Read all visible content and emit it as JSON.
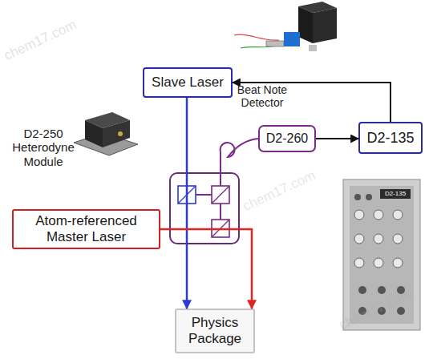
{
  "diagram": {
    "nodes": [
      {
        "text": [
          "Slave Laser"
        ]
      },
      {
        "text": [
          "D2-260"
        ]
      },
      {
        "text": [
          "D2-135"
        ]
      },
      {
        "text": [
          "Atom-referenced Master Laser"
        ]
      },
      {
        "text": [
          "Physics Package"
        ]
      }
    ],
    "edges": [
      {
        "from": 0,
        "to": 4,
        "arrow": "to"
      },
      {
        "from": 3,
        "to": 4,
        "arrow": "to"
      },
      {
        "from": 1,
        "to": 2,
        "arrow": "to"
      },
      {
        "from": 2,
        "to": 0,
        "arrow": "to"
      }
    ],
    "labels": [
      "D2-250 Heterodyne Module",
      "Beat Note Detector",
      "D2-135",
      "chem17.com",
      "chem17.com",
      "chem17.com"
    ]
  }
}
